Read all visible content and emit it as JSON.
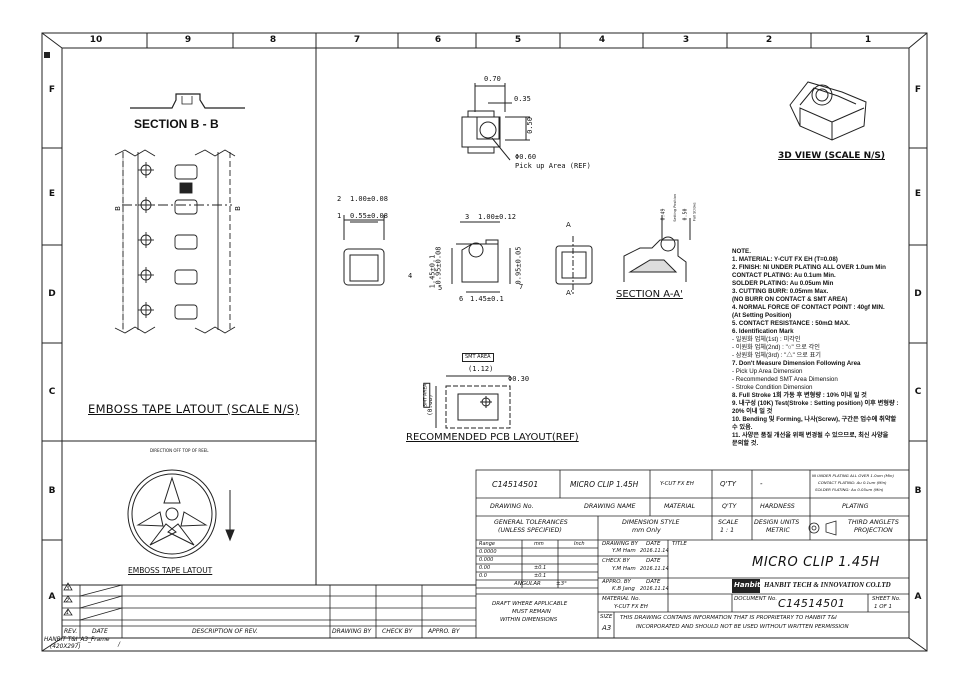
{
  "zones": {
    "columns": [
      "10",
      "9",
      "8",
      "7",
      "6",
      "5",
      "4",
      "3",
      "2",
      "1"
    ],
    "rows": [
      "F",
      "E",
      "D",
      "C",
      "B",
      "A"
    ]
  },
  "views": {
    "section_title": "SECTION B - B",
    "section_marker": "B",
    "emboss_tape_scale": "EMBOSS TAPE LATOUT (SCALE N/S)",
    "emboss_tape": "EMBOSS TAPE LATOUT",
    "reel_direction": "DIRECTION OFF TOP OF REEL",
    "view_3d": "3D VIEW (SCALE N/S)",
    "pcb_layout": "RECOMMENDED PCB LAYOUT(REF)",
    "section_aa": "SECTION A-A'",
    "marker_a": "A",
    "marker_a_prime": "A'"
  },
  "dims": {
    "d070": "0.70",
    "d035": "0.35",
    "d050": "0.50",
    "phi060": "Φ0.60",
    "pickup": "Pick up Area (REF)",
    "b2": "2",
    "d2": "1.00±0.08",
    "b1": "1",
    "d1": "0.55±0.08",
    "b3": "3",
    "d3": "1.00±0.12",
    "b4": "4",
    "d4": "1.45±0.1",
    "b5": "5",
    "d5": "0.95±0.08",
    "b6": "6",
    "d6": "1.45±0.1",
    "b7": "7",
    "d7": "0.95±0.05",
    "d049": "0.49",
    "setting": "Setting Position",
    "d050b": "0.50",
    "fullstroke": "Full Stroke",
    "smt_area": "SMT AREA",
    "d112": "(1.12)",
    "d068": "(0.68)",
    "smt_area_v": "SMT AREA",
    "phi030": "Φ0.30"
  },
  "notes": [
    "NOTE.",
    "1. MATERIAL: Y-CUT FX EH (T=0.08)",
    "2. FINISH: NI UNDER PLATING ALL OVER 1.0um Min",
    "    CONTACT PLATING: Au 0.1um Min.",
    "    SOLDER PLATING: Au 0.05um Min",
    "3. CUTTING BURR: 0.05mm Max.",
    "    (NO BURR ON CONTACT & SMT AREA)",
    "4. NORMAL FORCE OF CONTACT POINT : 40gf MIN.",
    "    (At Setting Position)",
    "5. CONTACT RESISTANCE : 50mΩ MAX.",
    "6. Identification Mark",
    "  - 일원화 업체(1st) : 미각인",
    "  - 이원화 업체(2nd) : \"○\" 으로 각인",
    "  - 삼원화 업체(3rd) : \"△\" 으로 표기",
    "7. Don't Measure Dimension Following Area",
    "  - Pick Up Area Dimension",
    "  - Recommended SMT Area Dimension",
    "  - Stroke Condition Dimension",
    "8. Full Stroke 1회 가동 후 변형량 : 10% 이내 일 것",
    "9. 내구성 (10K) Test(Stroke : Setting position) 이후 변형량 :",
    "    20% 이내 일 것",
    "10. Bending 및 Forming, 나사(Screw), 구간은 업수에 취약할",
    "    수 있음.",
    "11. 사양은 품질 개선을 위해 변경될 수 있으므로, 최신 사양을",
    "    문의할 것."
  ],
  "title_block": {
    "part_no": "C14514501",
    "part_name": "MICRO CLIP 1.45H",
    "material_short": "Y-CUT FX EH",
    "qty_label": "Q'TY",
    "qty_value": "-",
    "plating_note_1": "NI UNDER PLATING ALL OVER 1.0um (Min)",
    "plating_note_2": "CONTACT PLATING: Au 0.1um (Min)",
    "plating_note_3": "SOLDER PLATING: Au 0.05um (Min)",
    "h_drawing_no": "DRAWING No.",
    "h_drawing_name": "DRAWING NAME",
    "h_material": "MATERIAL",
    "h_qty": "Q'TY",
    "h_hardness": "HARDNESS",
    "h_plating": "PLATING",
    "gen_tol_1": "GENERAL TOLERANCES",
    "gen_tol_2": "(UNLESS SPECIFIED)",
    "dim_style_1": "DIMENSION STYLE",
    "dim_style_2": "mm Only",
    "scale_1": "SCALE",
    "scale_2": "1 : 1",
    "units_1": "DESIGN UNITS",
    "units_2": "METRIC",
    "proj_1": "THIRD ANGLETS",
    "proj_2": "PROJECTION",
    "range": "Range",
    "mm": "mm",
    "inch": "Inch",
    "r1": "0.0000",
    "r2": "0.000",
    "r3": "0.00",
    "r3t": "±0.1",
    "r4": "0.0",
    "r4t": "±0.1",
    "angular": "ANGULAR",
    "angular_t": "±3°",
    "drawing_by": "DRAWING BY",
    "date": "DATE",
    "drawing_by_v": "Y.M Ham",
    "drawing_date": "2016.11.14",
    "check_by": "CHECK BY",
    "check_by_v": "Y.M Ham",
    "check_date": "2016.11.14",
    "appro_by": "APPRO. BY",
    "appro_by_v": "K.B Jang",
    "appro_date": "2016.11.14",
    "title": "TITLE",
    "title_v": "MICRO CLIP 1.45H",
    "company_logo": "Hanbit",
    "company": "HANBIT TECH & INNOVATION CO.LTD",
    "draft_1": "DRAFT WHERE APPLICABLE",
    "draft_2": "MUST REMAIN",
    "draft_3": "WITHIN DIMENSIONS",
    "material_no": "MATERIAL No.",
    "material_no_v": "Y-CUT FX EH",
    "document_no": "DOCUMENT No.",
    "document_no_v": "C14514501",
    "sheet_no": "SHEET No.",
    "sheet_v": "1 OF 1",
    "size": "SIZE",
    "size_v": "A3",
    "prop_1": "THIS DRAWING CONTAINS INFORMATION THAT IS PROPRIETARY TO HANBIT T&I",
    "prop_2": "INCORPORATED AND SHOULD NOT BE USED WITHOUT WRITTEN PERMISSION"
  },
  "revision": {
    "rev3": "3",
    "rev2": "2",
    "rev1": "1",
    "h_rev": "REV.",
    "h_date": "DATE",
    "h_desc": "DESCRIPTION OF REV.",
    "h_drawing": "DRAWING BY",
    "h_check": "CHECK BY",
    "h_appro": "APPRO. BY"
  },
  "frame": {
    "name": "HANBIT T&I_A3_Frame",
    "size": "(420X297)",
    "slash": "/"
  }
}
